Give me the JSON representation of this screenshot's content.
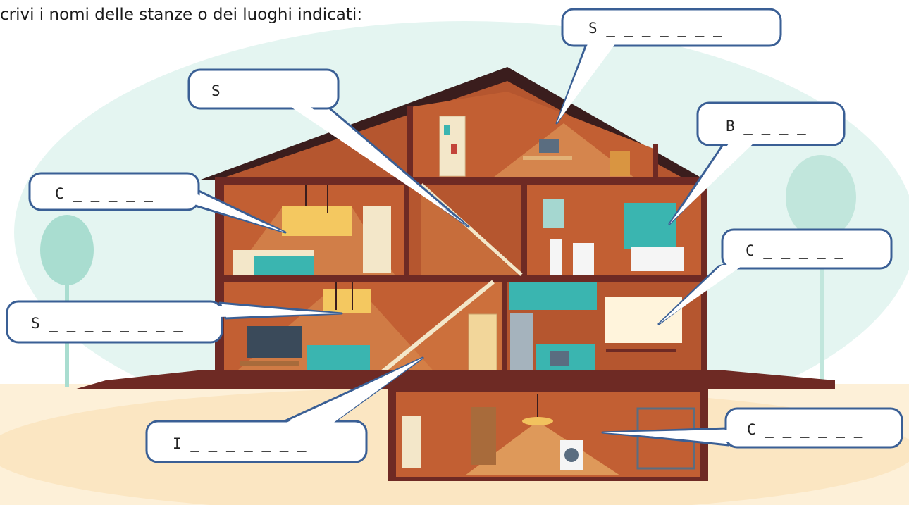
{
  "instruction": "crivi i nomi delle stanze o dei luoghi indicati:",
  "colors": {
    "house_wall": "#b5562f",
    "house_frame": "#6e2a24",
    "room_dark": "#c25f33",
    "room_light": "#d98447",
    "roof": "#3a1d1d",
    "ground": "#fbe8c8",
    "sky": "#dff3ef",
    "tree": "#a9ddd0",
    "teal_furniture": "#3ab5b0",
    "bubble_border": "#3a5f95",
    "bubble_fill": "#ffffff"
  },
  "labels": [
    {
      "id": "attic",
      "text": "S _ _ _ _ _ _ _"
    },
    {
      "id": "stairs",
      "text": "S _ _ _ _"
    },
    {
      "id": "bathroom",
      "text": "B _ _ _ _"
    },
    {
      "id": "bedroom",
      "text": "C _ _ _ _ _"
    },
    {
      "id": "kitchen",
      "text": "C _ _ _ _ _"
    },
    {
      "id": "living-room",
      "text": "S _ _ _ _ _ _ _ _"
    },
    {
      "id": "entrance",
      "text": "I _ _ _ _ _ _ _"
    },
    {
      "id": "cellar",
      "text": "C _ _ _ _ _ _"
    }
  ]
}
